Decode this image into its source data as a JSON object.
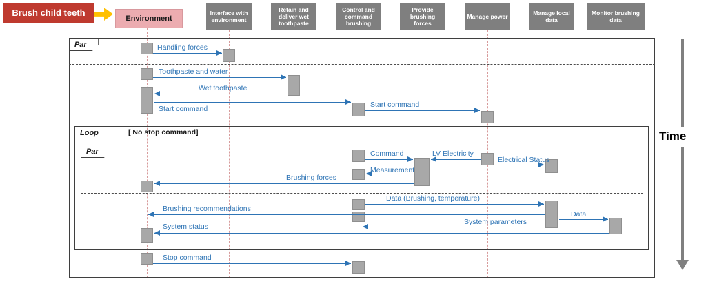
{
  "title": "Brush child teeth",
  "actor": "Environment",
  "functions": [
    "Interface with environment",
    "Retain and deliver wet toothpaste",
    "Control and command brushing",
    "Provide brushing forces",
    "Manage power",
    "Manage local data",
    "Monitor brushing data"
  ],
  "fragments": {
    "outer": "Par",
    "loop": "Loop",
    "loop_guard": "[ No stop command]",
    "inner": "Par"
  },
  "messages": [
    {
      "label": "Handling forces",
      "from": "Environment",
      "to": "Interface with environment"
    },
    {
      "label": "Toothpaste and water",
      "from": "Environment",
      "to": "Retain and deliver wet toothpaste"
    },
    {
      "label": "Wet toothpaste",
      "from": "Retain and deliver wet toothpaste",
      "to": "Environment"
    },
    {
      "label": "Start command",
      "from": "Environment",
      "to": "Control and command brushing"
    },
    {
      "label": "Start command",
      "from": "Control and command brushing",
      "to": "Manage power"
    },
    {
      "label": "Command",
      "from": "Control and command brushing",
      "to": "Provide brushing forces"
    },
    {
      "label": "LV Electricity",
      "from": "Manage power",
      "to": "Provide brushing forces"
    },
    {
      "label": "Electrical Status",
      "from": "Manage power",
      "to": "Manage local data"
    },
    {
      "label": "Measurement",
      "from": "Provide brushing forces",
      "to": "Control and command brushing"
    },
    {
      "label": "Brushing forces",
      "from": "Provide brushing forces",
      "to": "Environment"
    },
    {
      "label": "Data (Brushing, temperature)",
      "from": "Control and command brushing",
      "to": "Manage local data"
    },
    {
      "label": "Brushing recommendations",
      "from": "Manage local data",
      "to": "Environment"
    },
    {
      "label": "Data",
      "from": "Manage local data",
      "to": "Monitor brushing data"
    },
    {
      "label": "System parameters",
      "from": "Monitor brushing data",
      "to": "Control and command brushing"
    },
    {
      "label": "System status",
      "from": "Monitor brushing data",
      "to": "Environment"
    },
    {
      "label": "Stop command",
      "from": "Environment",
      "to": "Control and command brushing"
    }
  ],
  "time_label": "Time",
  "colors": {
    "message": "#2E74B5",
    "activation": "#A8A8A8",
    "function_box": "#7F7F7F",
    "goal_box": "#BF3A2F",
    "actor_box": "#ECACB0",
    "connector_arrow": "#FFC000"
  }
}
